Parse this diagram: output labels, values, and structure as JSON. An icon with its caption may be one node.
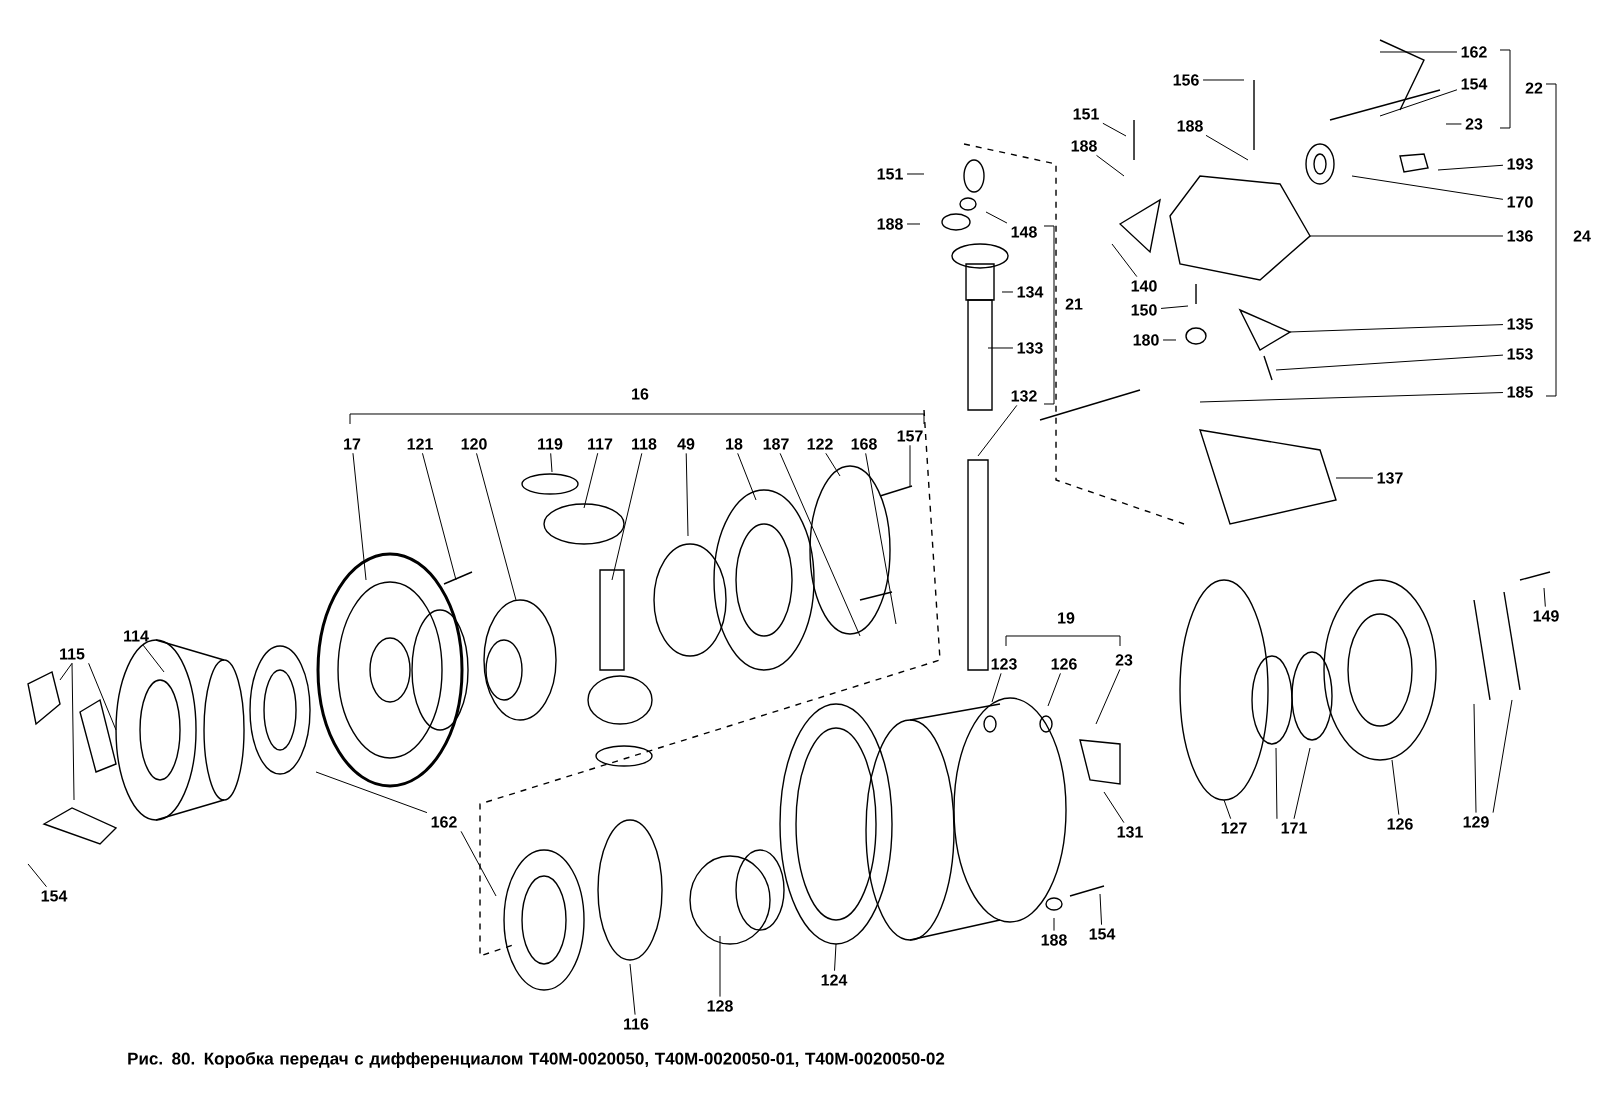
{
  "diagram": {
    "caption": "Рис. 80. Коробка передач с дифференциалом Т40М-0020050, Т40М-0020050-01, Т40М-0020050-02",
    "nodes": [
      {
        "text": [
          "162"
        ]
      },
      {
        "text": [
          "156"
        ]
      },
      {
        "text": [
          "154"
        ]
      },
      {
        "text": [
          "151"
        ]
      },
      {
        "text": [
          "23"
        ]
      },
      {
        "text": [
          "188"
        ]
      },
      {
        "text": [
          "188"
        ]
      },
      {
        "text": [
          "193"
        ]
      },
      {
        "text": [
          "151"
        ]
      },
      {
        "text": [
          "170"
        ]
      },
      {
        "text": [
          "188"
        ]
      },
      {
        "text": [
          "148"
        ]
      },
      {
        "text": [
          "136"
        ]
      },
      {
        "text": [
          "140"
        ]
      },
      {
        "text": [
          "134"
        ]
      },
      {
        "text": [
          "150"
        ]
      },
      {
        "text": [
          "135"
        ]
      },
      {
        "text": [
          "180"
        ]
      },
      {
        "text": [
          "133"
        ]
      },
      {
        "text": [
          "153"
        ]
      },
      {
        "text": [
          "185"
        ]
      },
      {
        "text": [
          "132"
        ]
      },
      {
        "text": [
          "17"
        ]
      },
      {
        "text": [
          "121"
        ]
      },
      {
        "text": [
          "120"
        ]
      },
      {
        "text": [
          "119"
        ]
      },
      {
        "text": [
          "117"
        ]
      },
      {
        "text": [
          "118"
        ]
      },
      {
        "text": [
          "49"
        ]
      },
      {
        "text": [
          "18"
        ]
      },
      {
        "text": [
          "187"
        ]
      },
      {
        "text": [
          "122"
        ]
      },
      {
        "text": [
          "168"
        ]
      },
      {
        "text": [
          "157"
        ]
      },
      {
        "text": [
          "137"
        ]
      },
      {
        "text": [
          "149"
        ]
      },
      {
        "text": [
          "114"
        ]
      },
      {
        "text": [
          "115"
        ]
      },
      {
        "text": [
          "123"
        ]
      },
      {
        "text": [
          "126"
        ]
      },
      {
        "text": [
          "23"
        ]
      },
      {
        "text": [
          "162"
        ]
      },
      {
        "text": [
          "127"
        ]
      },
      {
        "text": [
          "171"
        ]
      },
      {
        "text": [
          "126"
        ]
      },
      {
        "text": [
          "129"
        ]
      },
      {
        "text": [
          "131"
        ]
      },
      {
        "text": [
          "154"
        ]
      },
      {
        "text": [
          "188"
        ]
      },
      {
        "text": [
          "154"
        ]
      },
      {
        "text": [
          "124"
        ]
      },
      {
        "text": [
          "128"
        ]
      },
      {
        "text": [
          "116"
        ]
      }
    ],
    "edges": [
      {
        "from": 0,
        "to": null,
        "arrow": "none"
      },
      {
        "from": 1,
        "to": null,
        "arrow": "none"
      },
      {
        "from": 2,
        "to": null,
        "arrow": "none"
      },
      {
        "from": 3,
        "to": null,
        "arrow": "none"
      },
      {
        "from": 4,
        "to": null,
        "arrow": "none"
      },
      {
        "from": 5,
        "to": null,
        "arrow": "none"
      },
      {
        "from": 6,
        "to": null,
        "arrow": "none"
      },
      {
        "from": 7,
        "to": null,
        "arrow": "none"
      },
      {
        "from": 8,
        "to": null,
        "arrow": "none"
      },
      {
        "from": 9,
        "to": null,
        "arrow": "none"
      },
      {
        "from": 10,
        "to": null,
        "arrow": "none"
      },
      {
        "from": 11,
        "to": null,
        "arrow": "none"
      },
      {
        "from": 12,
        "to": null,
        "arrow": "none"
      },
      {
        "from": 13,
        "to": null,
        "arrow": "none"
      },
      {
        "from": 14,
        "to": null,
        "arrow": "none"
      },
      {
        "from": 15,
        "to": null,
        "arrow": "none"
      },
      {
        "from": 16,
        "to": null,
        "arrow": "none"
      },
      {
        "from": 17,
        "to": null,
        "arrow": "none"
      },
      {
        "from": 18,
        "to": null,
        "arrow": "none"
      },
      {
        "from": 19,
        "to": null,
        "arrow": "none"
      },
      {
        "from": 20,
        "to": null,
        "arrow": "none"
      },
      {
        "from": 21,
        "to": null,
        "arrow": "none"
      },
      {
        "from": 22,
        "to": null,
        "arrow": "none"
      },
      {
        "from": 23,
        "to": null,
        "arrow": "none"
      },
      {
        "from": 24,
        "to": null,
        "arrow": "none"
      },
      {
        "from": 25,
        "to": null,
        "arrow": "none"
      },
      {
        "from": 26,
        "to": null,
        "arrow": "none"
      },
      {
        "from": 27,
        "to": null,
        "arrow": "none"
      },
      {
        "from": 28,
        "to": null,
        "arrow": "none"
      },
      {
        "from": 29,
        "to": null,
        "arrow": "none"
      },
      {
        "from": 30,
        "to": null,
        "arrow": "none"
      },
      {
        "from": 31,
        "to": null,
        "arrow": "none"
      },
      {
        "from": 32,
        "to": null,
        "arrow": "none"
      },
      {
        "from": 33,
        "to": null,
        "arrow": "none"
      },
      {
        "from": 34,
        "to": null,
        "arrow": "none"
      },
      {
        "from": 35,
        "to": null,
        "arrow": "none"
      },
      {
        "from": 36,
        "to": null,
        "arrow": "none"
      },
      {
        "from": 37,
        "to": null,
        "arrow": "none"
      },
      {
        "from": 37,
        "to": null,
        "arrow": "none"
      },
      {
        "from": 37,
        "to": null,
        "arrow": "none"
      },
      {
        "from": 38,
        "to": null,
        "arrow": "none"
      },
      {
        "from": 39,
        "to": null,
        "arrow": "none"
      },
      {
        "from": 40,
        "to": null,
        "arrow": "none"
      },
      {
        "from": 41,
        "to": null,
        "arrow": "none"
      },
      {
        "from": 41,
        "to": null,
        "arrow": "none"
      },
      {
        "from": 42,
        "to": null,
        "arrow": "none"
      },
      {
        "from": 43,
        "to": null,
        "arrow": "none"
      },
      {
        "from": 43,
        "to": null,
        "arrow": "none"
      },
      {
        "from": 44,
        "to": null,
        "arrow": "none"
      },
      {
        "from": 45,
        "to": null,
        "arrow": "none"
      },
      {
        "from": 45,
        "to": null,
        "arrow": "none"
      },
      {
        "from": 46,
        "to": null,
        "arrow": "none"
      },
      {
        "from": 47,
        "to": null,
        "arrow": "none"
      },
      {
        "from": 48,
        "to": null,
        "arrow": "none"
      },
      {
        "from": 49,
        "to": null,
        "arrow": "none"
      },
      {
        "from": 50,
        "to": null,
        "arrow": "none"
      },
      {
        "from": 51,
        "to": null,
        "arrow": "none"
      },
      {
        "from": 52,
        "to": null,
        "arrow": "none"
      }
    ],
    "labels": [
      "16",
      "19",
      "21",
      "22",
      "24"
    ]
  }
}
